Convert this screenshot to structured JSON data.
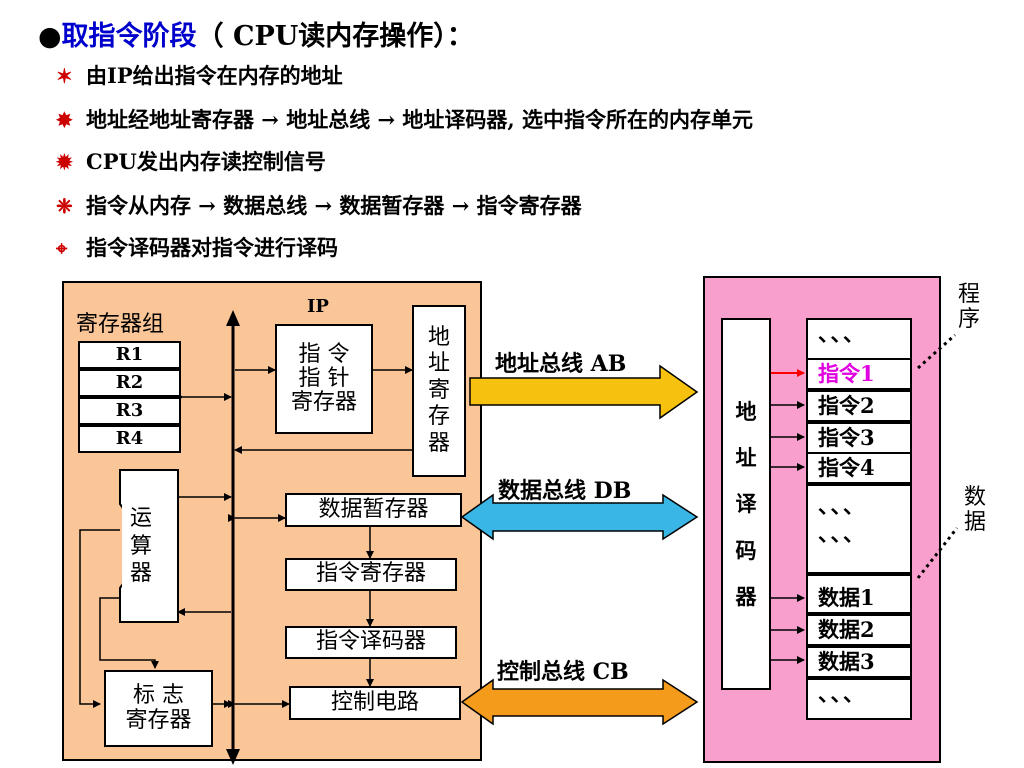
{
  "title": {
    "prefix": "●",
    "highlight": "取指令阶段",
    "rest": "（ CPU读内存操作）："
  },
  "bullets": [
    {
      "icon": "star-icon",
      "glyph": "✶",
      "text": "由IP给出指令在内存的地址"
    },
    {
      "icon": "star-burst-icon",
      "glyph": "✸",
      "text": "地址经地址寄存器 → 地址总线 → 地址译码器, 选中指令所在的内存单元"
    },
    {
      "icon": "gear-burst-icon",
      "glyph": "✹",
      "text": "CPU发出内存读控制信号"
    },
    {
      "icon": "snowflake-icon",
      "glyph": "❈",
      "text": "指令从内存 →  数据总线 → 数据暂存器 → 指令寄存器"
    },
    {
      "icon": "crosshair-icon",
      "glyph": "⌖",
      "text": "指令译码器对指令进行译码"
    }
  ],
  "cpu": {
    "reg_group_label": "寄存器组",
    "registers": [
      "R1",
      "R2",
      "R3",
      "R4"
    ],
    "ip_label": "IP",
    "ip_box": "指 令\n指 针\n寄存器",
    "addr_reg": "地\n址\n寄\n存\n器",
    "alu": "运\n算\n器",
    "data_buffer": "数据暂存器",
    "instr_reg": "指令寄存器",
    "instr_decoder": "指令译码器",
    "control": "控制电路",
    "flag_reg": "标 志\n寄存器"
  },
  "buses": {
    "address": "地址总线 AB",
    "data": "数据总线 DB",
    "control": "控制总线 CB"
  },
  "memory": {
    "decoder": "地\n\n址\n\n译\n\n码\n\n器",
    "ellipsis": "、、、",
    "program_cells": [
      "指令1",
      "指令2",
      "指令3",
      "指令4"
    ],
    "data_cells": [
      "数据1",
      "数据2",
      "数据3"
    ],
    "program_label": "程\n序",
    "data_label": "数\n据"
  },
  "colors": {
    "highlight": "#0000cc",
    "cpu_bg": "#fbc697",
    "mem_bg": "#f99fcd",
    "address_bus": "#f6c20f",
    "data_bus": "#3ab6e6",
    "control_bus": "#f59b1c",
    "selected_instruction": "#e000e0",
    "selector_line": "#ff0000"
  }
}
